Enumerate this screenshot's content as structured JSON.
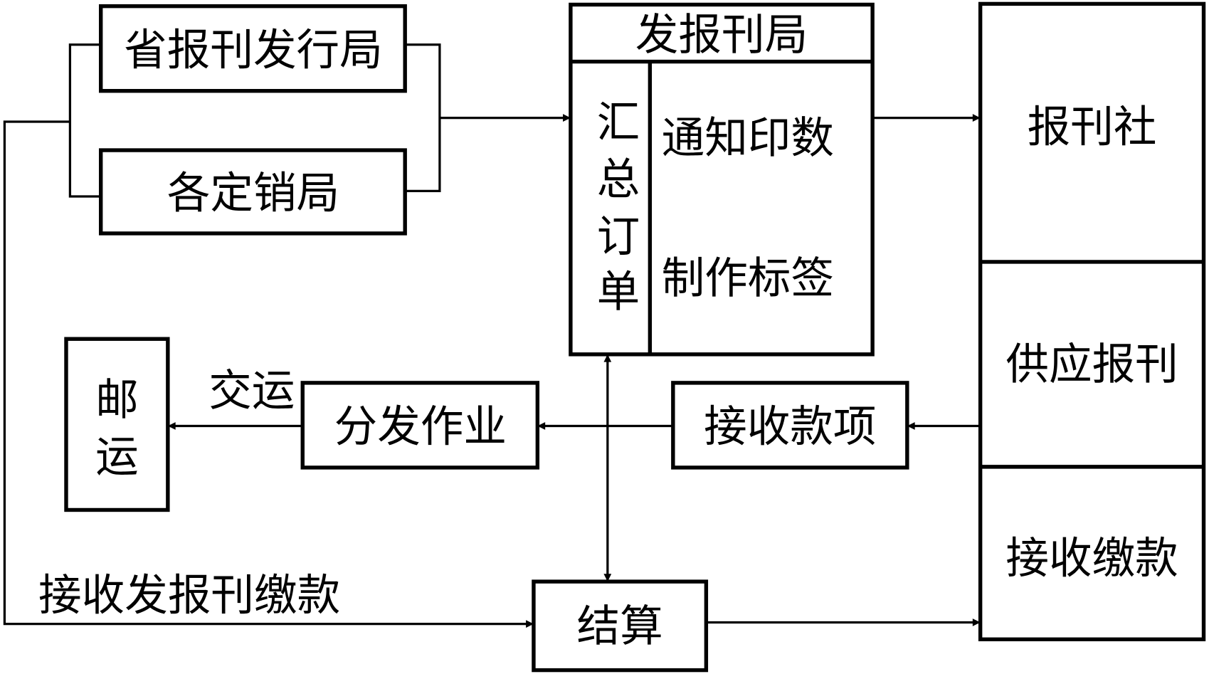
{
  "nodes": {
    "province_bureau": "省报刊发行局",
    "sales_bureaus": "各定销局",
    "issuing_bureau": "发报刊局",
    "summarize_orders": [
      "汇",
      "总",
      "订",
      "单"
    ],
    "notify_print": "通知印数",
    "make_labels": "制作标签",
    "press": "报刊社",
    "supply": "供应报刊",
    "receive_payment": "接收缴款",
    "post": [
      "邮",
      "运"
    ],
    "distribution": "分发作业",
    "receive_funds": "接收款项",
    "settlement": "结算"
  },
  "edge_labels": {
    "handover": "交运",
    "receive_fees": "接收发报刊缴款"
  }
}
